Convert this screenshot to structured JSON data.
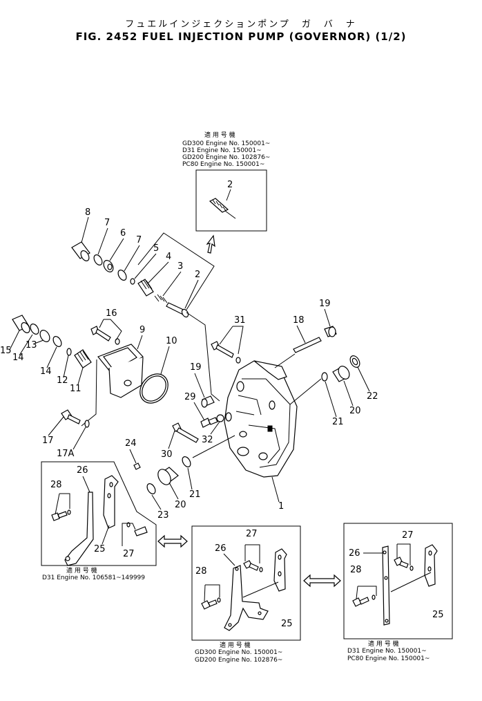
{
  "title": {
    "japanese": "フュエルインジェクションポンプ　ガ　バ　ナ",
    "english": "FIG. 2452  FUEL INJECTION PUMP (GOVERNOR) (1/2)"
  },
  "applicability_heading": "適 用 号 機",
  "top_box_serials": [
    "GD300  Engine No. 150001~",
    "D31    Engine No. 150001~",
    "GD200  Engine No. 102876~",
    "PC80   Engine No. 150001~"
  ],
  "box_left_serials": [
    "D31 Engine No. 106581~149999"
  ],
  "box_middle_serials": [
    "GD300 Engine No. 150001~",
    "GD200 Engine No. 102876~"
  ],
  "box_right_serials": [
    "D31   Engine No. 150001~",
    "PC80  Engine No. 150001~"
  ],
  "callouts": {
    "c1": "1",
    "c2a": "2",
    "c2b": "2",
    "c3": "3",
    "c4": "4",
    "c5": "5",
    "c6": "6",
    "c7a": "7",
    "c7b": "7",
    "c8": "8",
    "c9": "9",
    "c10": "10",
    "c11": "11",
    "c12": "12",
    "c13": "13",
    "c14a": "14",
    "c14b": "14",
    "c15": "15",
    "c16": "16",
    "c17": "17",
    "c17a": "17A",
    "c18": "18",
    "c19a": "19",
    "c19b": "19",
    "c20a": "20",
    "c20b": "20",
    "c21a": "21",
    "c21b": "21",
    "c22": "22",
    "c23": "23",
    "c24": "24",
    "c25a": "25",
    "c25b": "25",
    "c25c": "25",
    "c26a": "26",
    "c26b": "26",
    "c26c": "26",
    "c27a": "27",
    "c27b": "27",
    "c27c": "27",
    "c28a": "28",
    "c28b": "28",
    "c28c": "28",
    "c29": "29",
    "c30": "30",
    "c31": "31",
    "c32": "32"
  }
}
